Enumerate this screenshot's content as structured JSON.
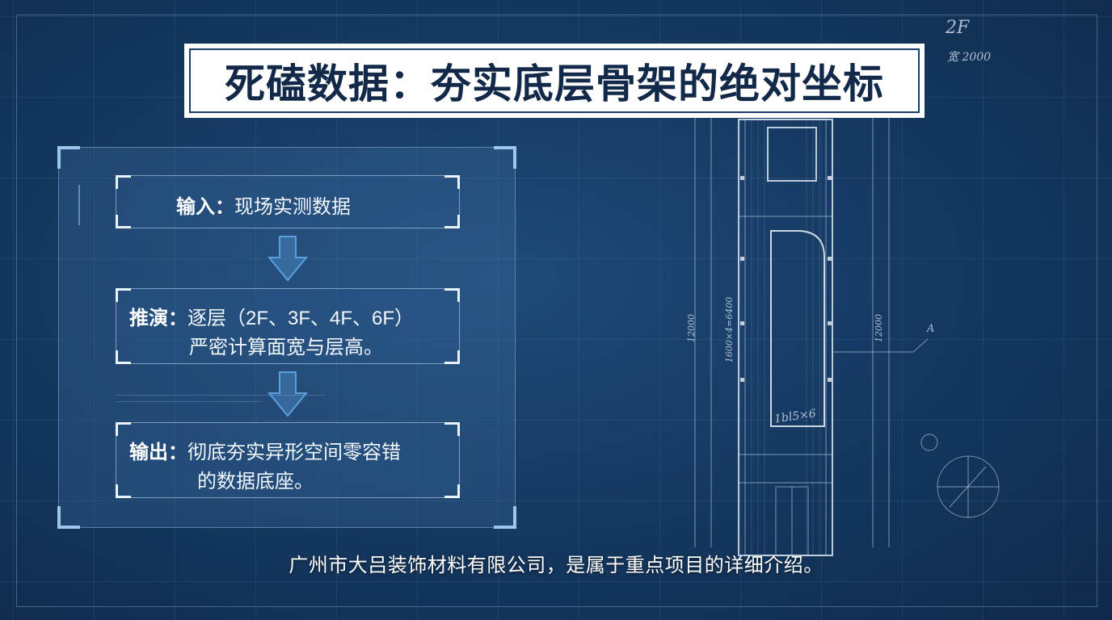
{
  "title": "死磕数据：夯实底层骨架的绝对坐标",
  "steps": [
    {
      "label": "输入：",
      "text": "现场实测数据"
    },
    {
      "label": "推演：",
      "text_line1": "逐层（2F、3F、4F、6F）",
      "text_line2": "严密计算面宽与层高。"
    },
    {
      "label": "输出：",
      "text_line1": "彻底夯实异形空间零容错",
      "text_line2": "的数据底座。"
    }
  ],
  "subtitle": "广州市大吕装饰材料有限公司，是属于重点项目的详细介绍。",
  "blueprint_notes": {
    "top_right_1": "2F",
    "top_right_2": "宽 2000",
    "dim_left": "12000",
    "dim_right": "12000",
    "callout": "A",
    "inner_dim": "1bl5×6",
    "side_note": "1600×4=6400"
  },
  "colors": {
    "background": "#163a63",
    "title_text": "#13294a",
    "arrow": "#5aa0dc"
  }
}
